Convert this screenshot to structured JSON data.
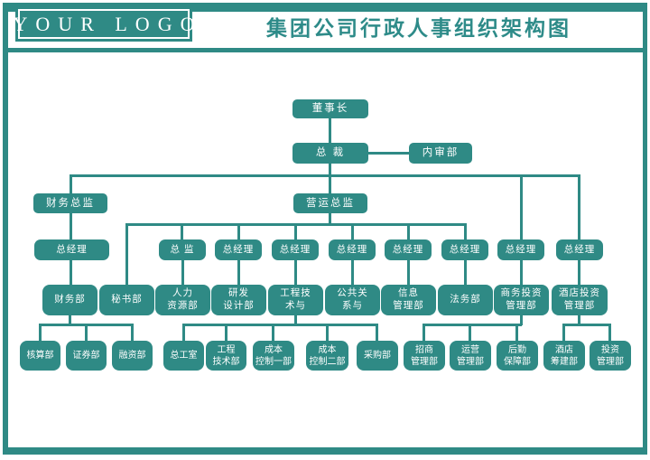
{
  "header": {
    "logo_text": "YOUR LOGO",
    "title": "集团公司行政人事组织架构图"
  },
  "colors": {
    "teal": "#2F8A85",
    "box_text": "#FFFFFF",
    "title": "#2E8B89",
    "page_bg": "#FFFFFF"
  },
  "org": {
    "chairman": "董事长",
    "president": "总 裁",
    "internal_audit": "内审部",
    "finance_director": "财务总监",
    "operations_director": "营运总监",
    "gm": "总经理",
    "supervisor": "总 监",
    "departments": {
      "finance": "财务部",
      "secretary": "秘书部",
      "hr": "人力\n资源部",
      "rnd": "研发\n设计部",
      "engineering": "工程技\n术与",
      "public_relations": "公共关\n系与",
      "information": "信息\n管理部",
      "legal": "法务部",
      "business_investment": "商务投资\n管理部",
      "hotel_investment": "酒店投资\n管理部"
    },
    "sub_departments": {
      "accounting": "核算部",
      "securities": "证券部",
      "financing": "融资部",
      "chief_engineer_office": "总工室",
      "engineering_tech": "工程\n技术部",
      "cost_control_1": "成本\n控制一部",
      "cost_control_2": "成本\n控制二部",
      "procurement": "采购部",
      "merchants_mgmt": "招商\n管理部",
      "operations_mgmt": "运营\n管理部",
      "logistics_support": "后勤\n保障部",
      "hotel_preparation": "酒店\n筹建部",
      "investment_mgmt": "投资\n管理部"
    }
  }
}
